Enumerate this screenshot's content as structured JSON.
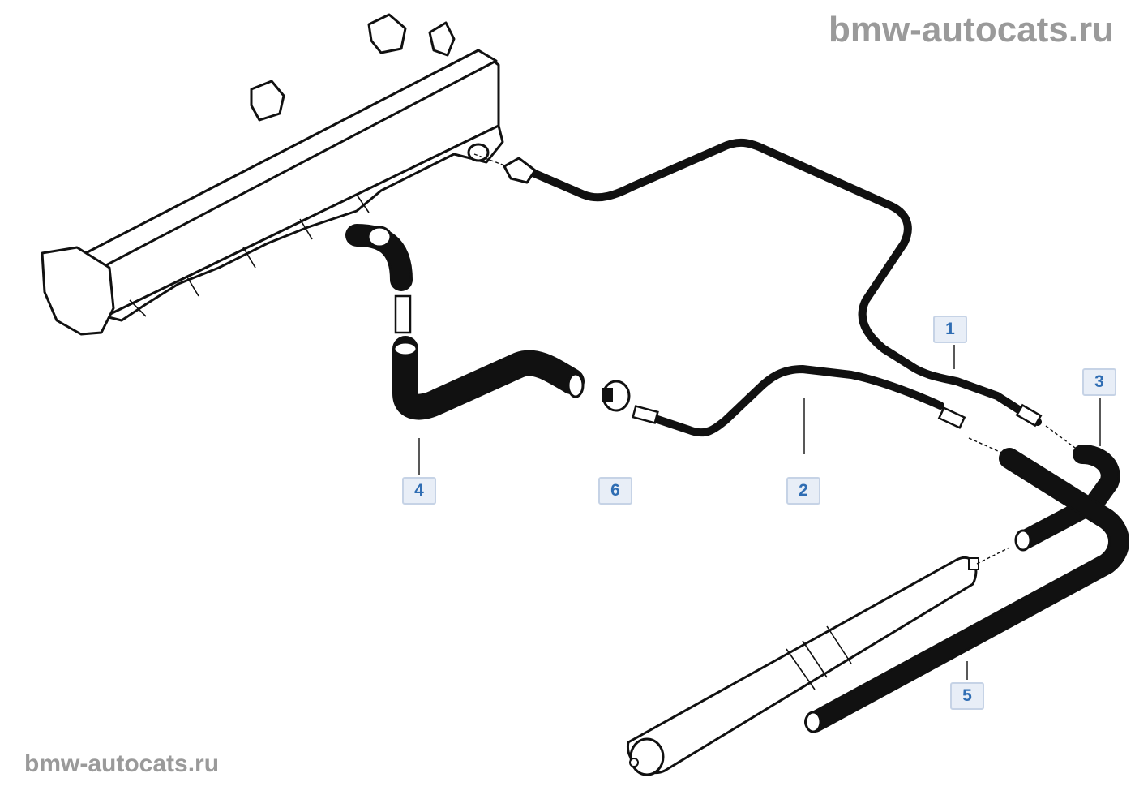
{
  "watermark": {
    "top": "bmw-autocats.ru",
    "bottom": "bmw-autocats.ru"
  },
  "callouts": [
    {
      "label": "1"
    },
    {
      "label": "3"
    },
    {
      "label": "4"
    },
    {
      "label": "6"
    },
    {
      "label": "2"
    },
    {
      "label": "5"
    }
  ]
}
